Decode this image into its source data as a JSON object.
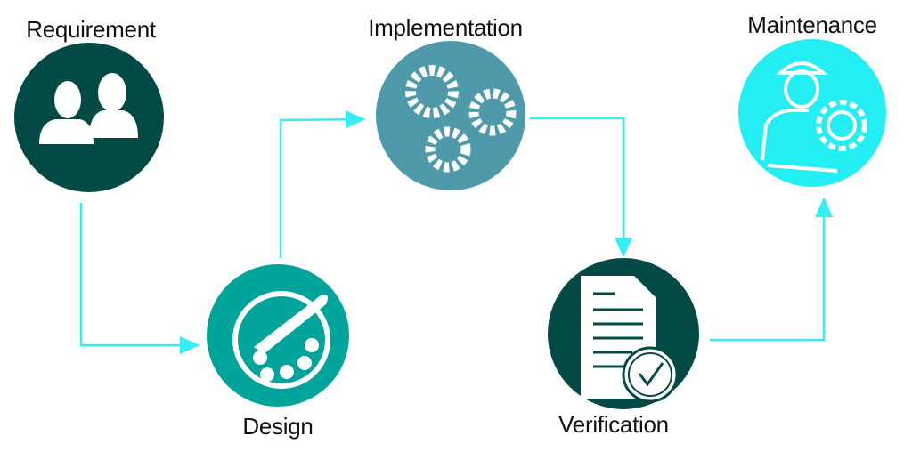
{
  "title": "Software Development Life Cycle",
  "stages": [
    {
      "label": "Requirement",
      "icon": "people-icon",
      "color": "#034a47"
    },
    {
      "label": "Design",
      "icon": "palette-icon",
      "color": "#00a49a"
    },
    {
      "label": "Implementation",
      "icon": "gears-icon",
      "color": "#4e9aab"
    },
    {
      "label": "Verification",
      "icon": "document-check-icon",
      "color": "#034a47"
    },
    {
      "label": "Maintenance",
      "icon": "engineer-gear-icon",
      "color": "#22eef4"
    }
  ],
  "arrow_color": "#33eef2"
}
